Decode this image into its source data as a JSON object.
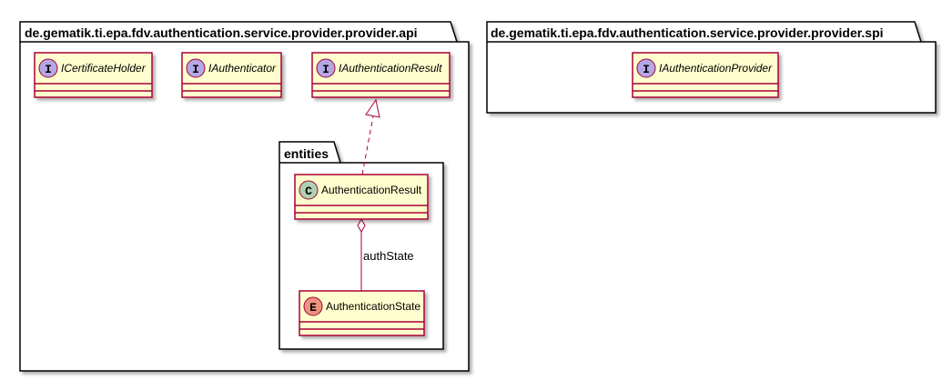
{
  "packages": {
    "api": {
      "title": "de.gematik.ti.epa.fdv.authentication.service.provider.provider.api"
    },
    "spi": {
      "title": "de.gematik.ti.epa.fdv.authentication.service.provider.provider.spi"
    },
    "entities": {
      "title": "entities"
    }
  },
  "classes": {
    "icertificateholder": {
      "name": "ICertificateHolder",
      "kind_letter": "I"
    },
    "iauthenticator": {
      "name": "IAuthenticator",
      "kind_letter": "I"
    },
    "iauthenticationresult": {
      "name": "IAuthenticationResult",
      "kind_letter": "I"
    },
    "iauthenticationprovider": {
      "name": "IAuthenticationProvider",
      "kind_letter": "I"
    },
    "authenticationresult": {
      "name": "AuthenticationResult",
      "kind_letter": "C"
    },
    "authenticationstate": {
      "name": "AuthenticationState",
      "kind_letter": "E"
    }
  },
  "relations": {
    "aggregation_label": "authState"
  },
  "colors": {
    "class_fill": "#FEFECE",
    "class_border": "#A80036",
    "interface_badge": "#B4A7E5",
    "class_badge": "#ADD1B2",
    "enum_badge": "#EB937F",
    "package_border": "#000000"
  }
}
